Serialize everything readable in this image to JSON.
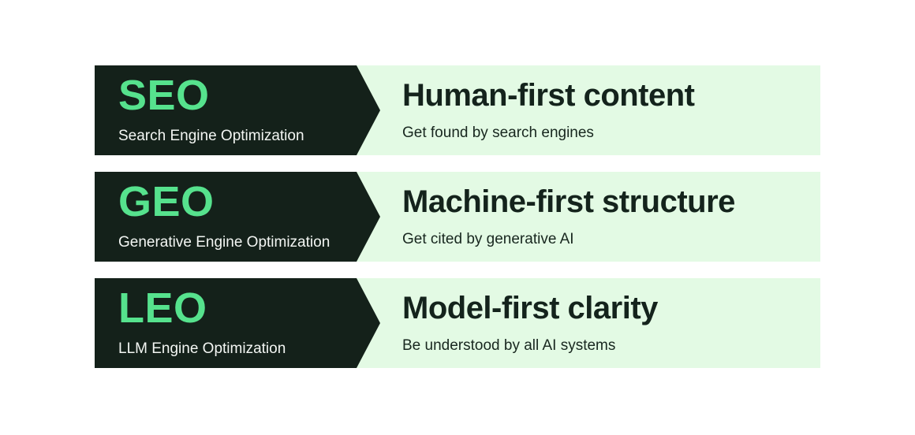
{
  "colors": {
    "canvas_background": "#ffffff",
    "dark_panel": "#14211a",
    "mint_green_accent": "#56e28d",
    "light_green_panel": "#e3fae4",
    "white_text": "#f3f6f3",
    "dark_text": "#14231c"
  },
  "rows": [
    {
      "acronym": "SEO",
      "acronym_full": "Search Engine Optimization",
      "headline": "Human-first content",
      "subtitle": "Get found by search engines"
    },
    {
      "acronym": "GEO",
      "acronym_full": "Generative Engine Optimization",
      "headline": "Machine-first structure",
      "subtitle": "Get cited by generative AI"
    },
    {
      "acronym": "LEO",
      "acronym_full": "LLM Engine Optimization",
      "headline": "Model-first clarity",
      "subtitle": "Be understood by all AI systems"
    }
  ]
}
